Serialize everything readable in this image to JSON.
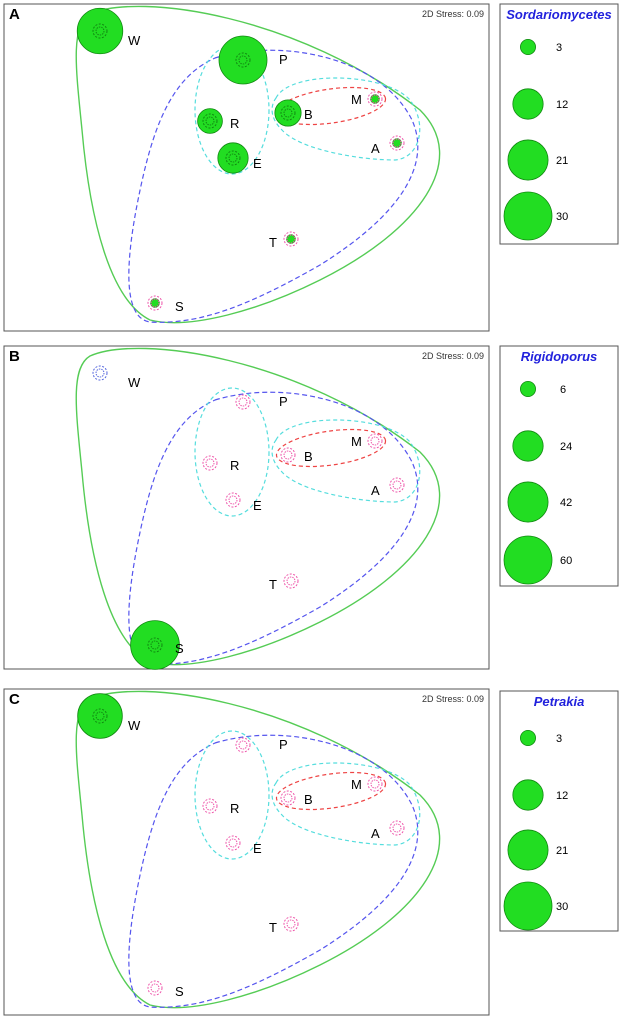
{
  "colors": {
    "bubble": "#22dd22",
    "bubble_stroke": "#118811",
    "outer_group": "#55cc55",
    "mid_group": "#5555ee",
    "inner_group": "#55dddd",
    "pair_group": "#ee4444",
    "marker_pink": "#ee55aa",
    "marker_blue": "#5566dd",
    "legend_title": "#2222dd"
  },
  "chart_data": [
    {
      "type": "scatter",
      "panel": "A",
      "stress": "2D Stress: 0.09",
      "legend_title": "Sordariomycetes",
      "legend_values": [
        3,
        12,
        21,
        30
      ],
      "points": [
        {
          "label": "W",
          "value": 27
        },
        {
          "label": "P",
          "value": 30
        },
        {
          "label": "R",
          "value": 8
        },
        {
          "label": "B",
          "value": 9
        },
        {
          "label": "M",
          "value": 1
        },
        {
          "label": "E",
          "value": 12
        },
        {
          "label": "A",
          "value": 1
        },
        {
          "label": "T",
          "value": 1
        },
        {
          "label": "S",
          "value": 1
        }
      ]
    },
    {
      "type": "scatter",
      "panel": "B",
      "stress": "2D Stress: 0.09",
      "legend_title": "Rigidoporus",
      "legend_values": [
        6,
        24,
        42,
        60
      ],
      "points": [
        {
          "label": "W",
          "value": 0
        },
        {
          "label": "P",
          "value": 0
        },
        {
          "label": "R",
          "value": 0
        },
        {
          "label": "B",
          "value": 0
        },
        {
          "label": "M",
          "value": 0
        },
        {
          "label": "E",
          "value": 0
        },
        {
          "label": "A",
          "value": 0
        },
        {
          "label": "T",
          "value": 0
        },
        {
          "label": "S",
          "value": 62
        }
      ]
    },
    {
      "type": "scatter",
      "panel": "C",
      "stress": "2D Stress: 0.09",
      "legend_title": "Petrakia",
      "legend_values": [
        3,
        12,
        21,
        30
      ],
      "points": [
        {
          "label": "W",
          "value": 26
        },
        {
          "label": "P",
          "value": 0
        },
        {
          "label": "R",
          "value": 0
        },
        {
          "label": "B",
          "value": 0
        },
        {
          "label": "M",
          "value": 0
        },
        {
          "label": "E",
          "value": 0
        },
        {
          "label": "A",
          "value": 0
        },
        {
          "label": "T",
          "value": 0
        },
        {
          "label": "S",
          "value": 0
        }
      ]
    }
  ]
}
